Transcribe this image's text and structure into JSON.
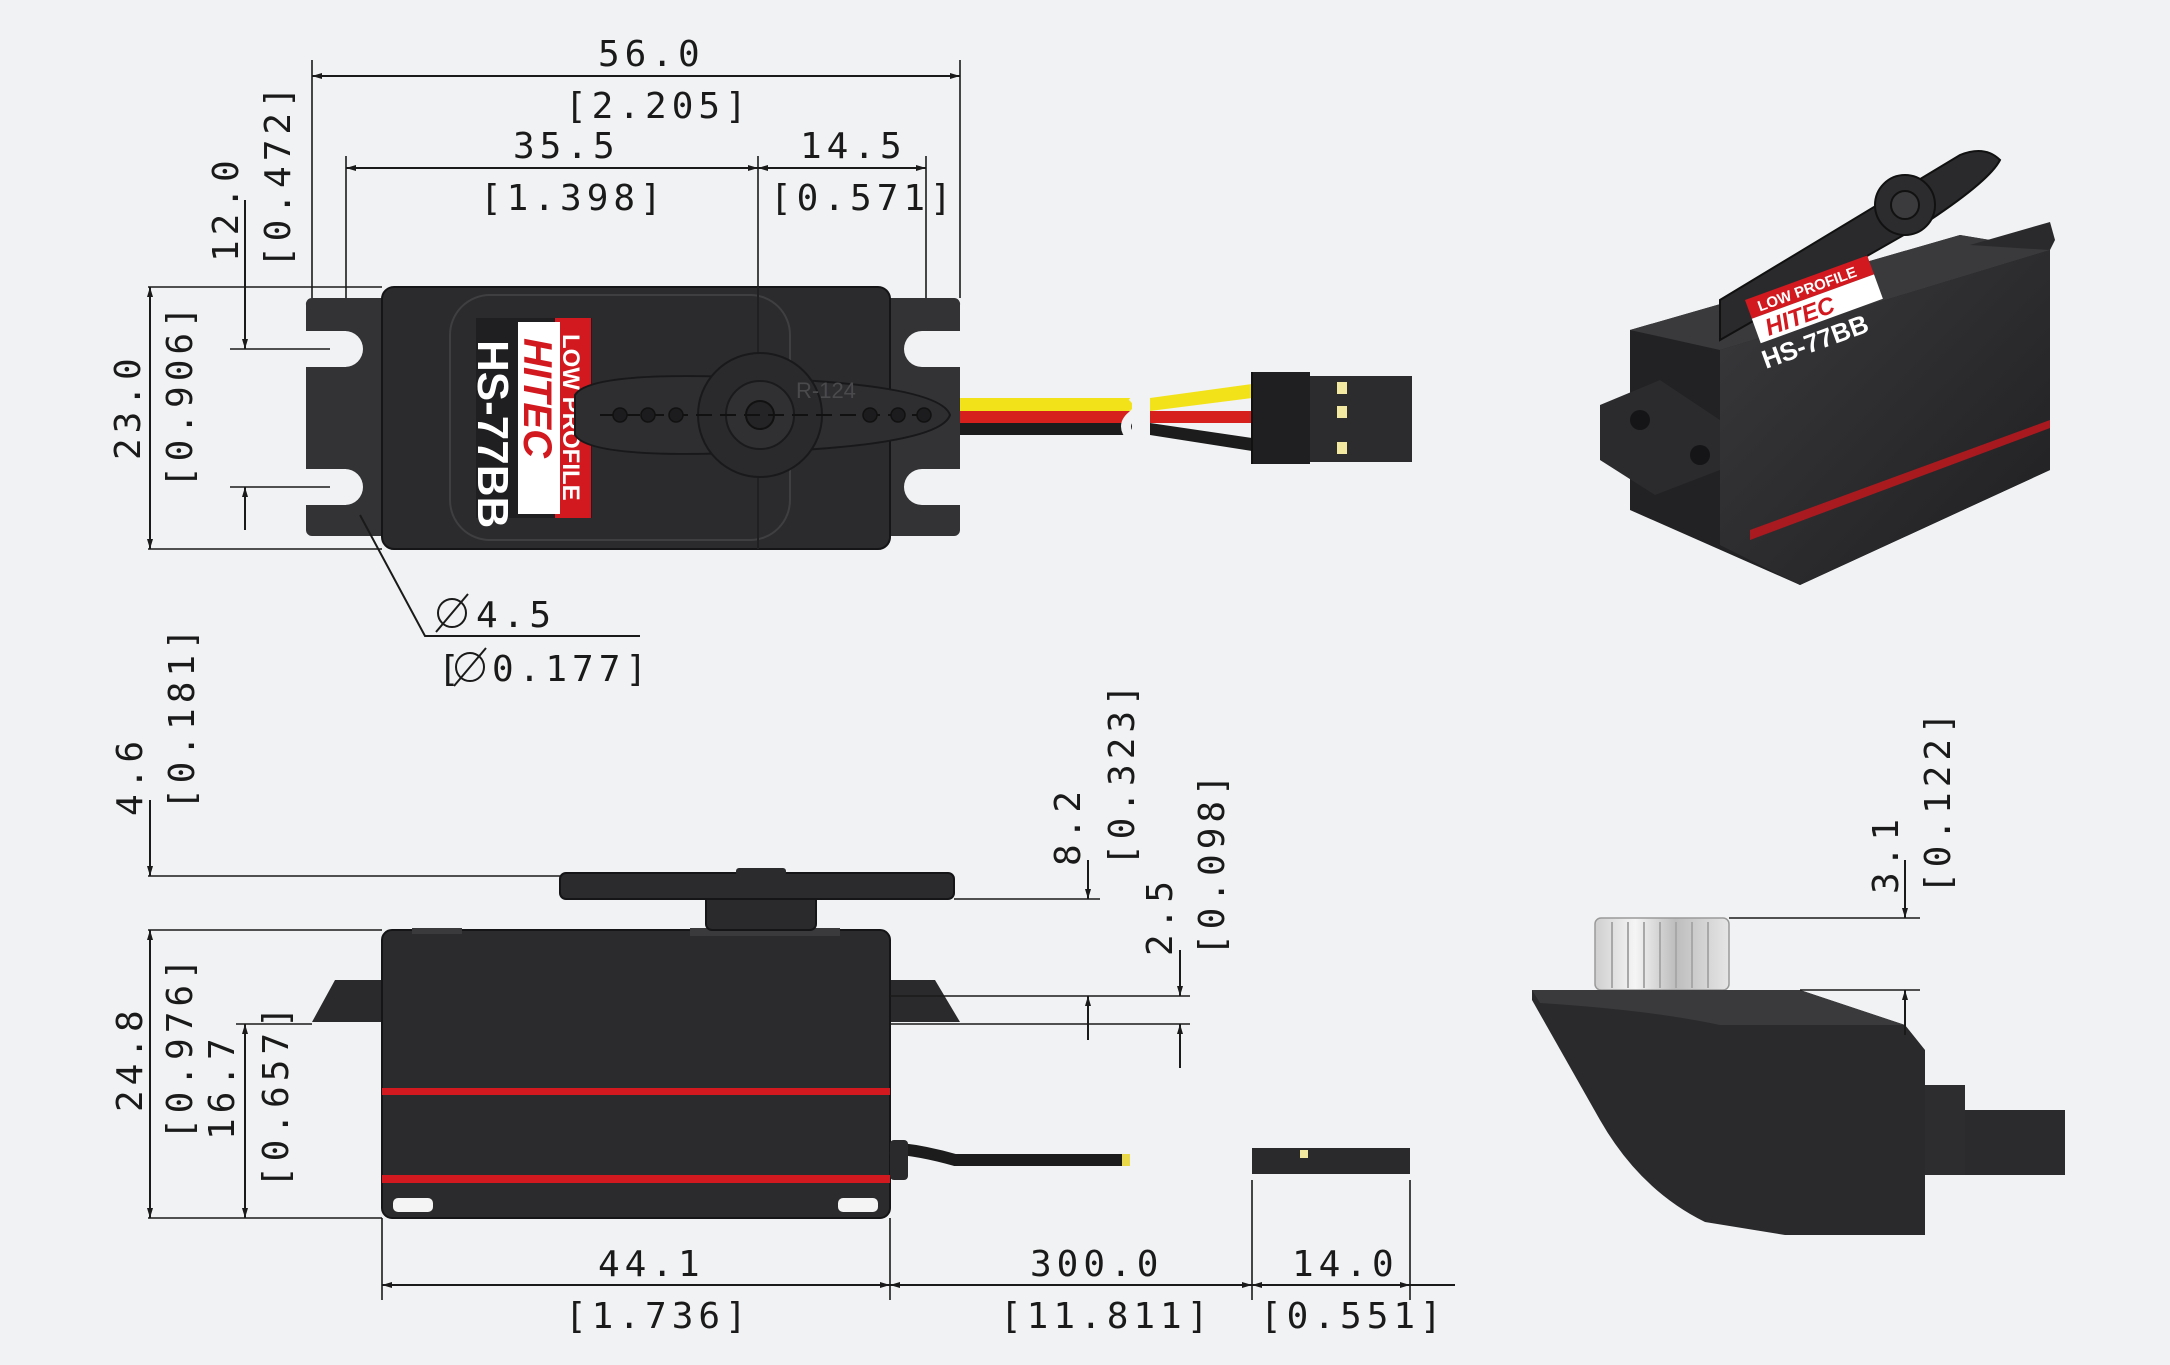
{
  "product": {
    "brand": "HITEC",
    "model": "HS-77BB",
    "series_label": "LOW PROFILE",
    "horn_marking": "R-124"
  },
  "colors": {
    "background": "#f1f2f3",
    "servo_body": "#2b2b2d",
    "accent_red": "#d2191f",
    "wire_yellow": "#f2e21a",
    "wire_red": "#d5201e",
    "wire_black": "#1c1c1c",
    "dimension_line": "#1a1a1a"
  },
  "top_view": {
    "overall_width": {
      "mm": "56.0",
      "in": "[2.205]"
    },
    "body_to_shaft": {
      "mm": "35.5",
      "in": "[1.398]"
    },
    "shaft_to_end": {
      "mm": "14.5",
      "in": "[0.571]"
    },
    "hole_offset": {
      "mm": "12.0",
      "in": "[0.472]"
    },
    "overall_depth": {
      "mm": "23.0",
      "in": "[0.906]"
    },
    "hole_diameter": {
      "mm": "4.5",
      "in": "0.177]",
      "in_open": "["
    }
  },
  "side_view": {
    "horn_height": {
      "mm": "4.6",
      "in": "[0.181]"
    },
    "shaft_height": {
      "mm": "8.2",
      "in": "[0.323]"
    },
    "flange_thickness": {
      "mm": "2.5",
      "in": "[0.098]"
    },
    "overall_height": {
      "mm": "24.8",
      "in": "[0.976]"
    },
    "flange_height": {
      "mm": "16.7",
      "in": "[0.657]"
    },
    "body_length": {
      "mm": "44.1",
      "in": "[1.736]"
    },
    "lead_length": {
      "mm": "300.0",
      "in": "[11.811]"
    },
    "connector_length": {
      "mm": "14.0",
      "in": "[0.551]"
    }
  },
  "end_view": {
    "spline_height": {
      "mm": "3.1",
      "in": "[0.122]"
    }
  }
}
